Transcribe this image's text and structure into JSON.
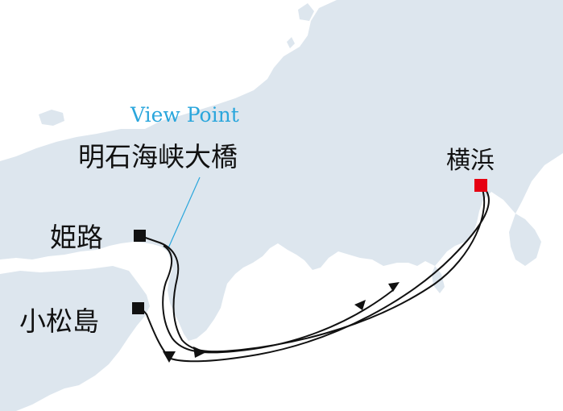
{
  "map": {
    "viewpoint_label": "View Point",
    "bridge_label": "明石海峡大橋",
    "ports": {
      "himeji": "姫路",
      "komatsushima": "小松島",
      "yokohama": "横浜"
    },
    "colors": {
      "land": "#dde6ee",
      "sea": "#ffffff",
      "route": "#111111",
      "port_marker": "#111111",
      "destination_marker": "#e60012",
      "viewpoint_text": "#2aa6dc",
      "leader_line": "#2aa6dc"
    }
  }
}
